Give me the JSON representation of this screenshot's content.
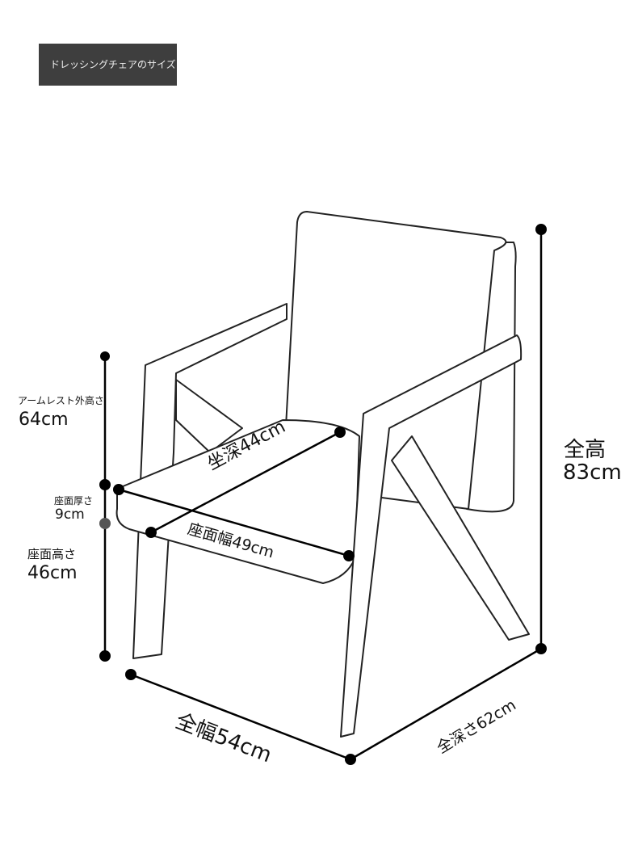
{
  "title": "ドレッシングチェアのサイズ",
  "dimensions": {
    "armrest_height": {
      "label": "アームレスト外高さ",
      "value": "64cm"
    },
    "seat_thickness": {
      "label": "座面厚さ",
      "value": "9cm"
    },
    "seat_height": {
      "label": "座面高さ",
      "value": "46cm"
    },
    "total_height": {
      "label": "全高",
      "value": "83cm"
    },
    "seat_depth": "坐深44cm",
    "seat_width": "座面幅49cm",
    "total_width": "全幅54cm",
    "total_depth": "全深さ62cm"
  }
}
